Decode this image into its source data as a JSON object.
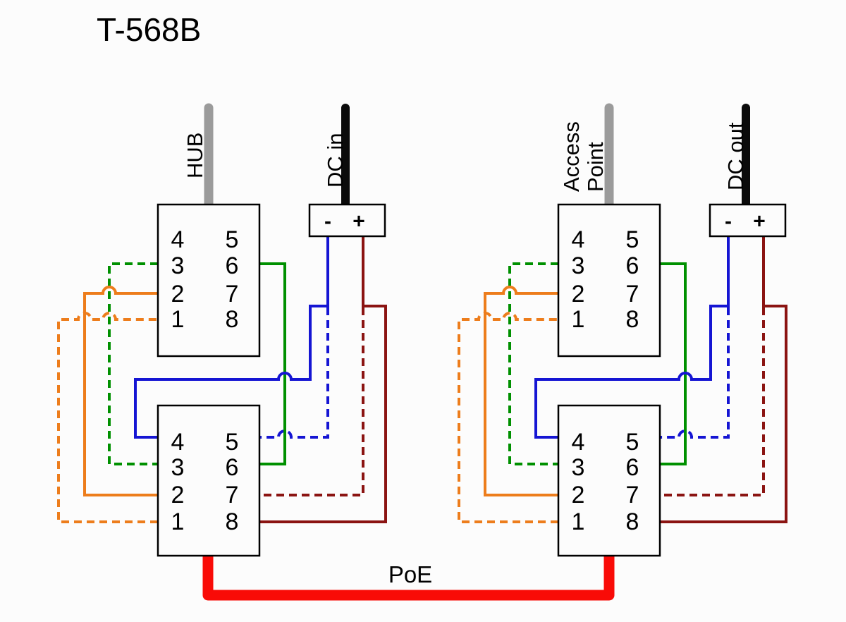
{
  "title": "T-568B",
  "colors": {
    "background": "#FCFCFC",
    "text": "#000000",
    "box_border": "#000000",
    "box_fill": "#FCFCFC",
    "ethernet_cable_gray": "#9B9B9B",
    "dc_cable_black": "#0B0B0B",
    "green": "#009000",
    "orange": "#ED7D1C",
    "blue": "#1515D3",
    "dark_red": "#8B1412",
    "poe_red": "#F90B07"
  },
  "sections": [
    {
      "id": "hub",
      "device_label_lines": [
        "HUB"
      ],
      "dc_label": "DC in",
      "dc_minus": "-",
      "dc_plus": "+",
      "top_connector_pins": {
        "left": [
          "4",
          "3",
          "2",
          "1"
        ],
        "right": [
          "5",
          "6",
          "7",
          "8"
        ]
      },
      "bottom_connector_pins": {
        "left": [
          "4",
          "3",
          "2",
          "1"
        ],
        "right": [
          "5",
          "6",
          "7",
          "8"
        ]
      }
    },
    {
      "id": "access-point",
      "device_label_lines": [
        "Access",
        "Point"
      ],
      "dc_label": "DC out",
      "dc_minus": "-",
      "dc_plus": "+",
      "top_connector_pins": {
        "left": [
          "4",
          "3",
          "2",
          "1"
        ],
        "right": [
          "5",
          "6",
          "7",
          "8"
        ]
      },
      "bottom_connector_pins": {
        "left": [
          "4",
          "3",
          "2",
          "1"
        ],
        "right": [
          "5",
          "6",
          "7",
          "8"
        ]
      }
    }
  ],
  "wires": [
    {
      "name": "green-white-wire-pin3",
      "color": "green",
      "style": "dashed"
    },
    {
      "name": "orange-wire-pin2",
      "color": "orange",
      "style": "solid"
    },
    {
      "name": "orange-white-wire-pin1",
      "color": "orange",
      "style": "dashed"
    },
    {
      "name": "green-wire-pin6",
      "color": "green",
      "style": "solid"
    },
    {
      "name": "blue-wire-dc-minus-pin4",
      "color": "blue",
      "style": "solid"
    },
    {
      "name": "blue-white-wire-dc-minus-pin5",
      "color": "blue",
      "style": "dashed"
    },
    {
      "name": "brown-wire-dc-plus-pin8",
      "color": "dark_red",
      "style": "solid"
    },
    {
      "name": "brown-white-wire-dc-plus-pin7",
      "color": "dark_red",
      "style": "dashed"
    }
  ],
  "poe_link": {
    "label": "PoE",
    "color": "poe_red"
  }
}
